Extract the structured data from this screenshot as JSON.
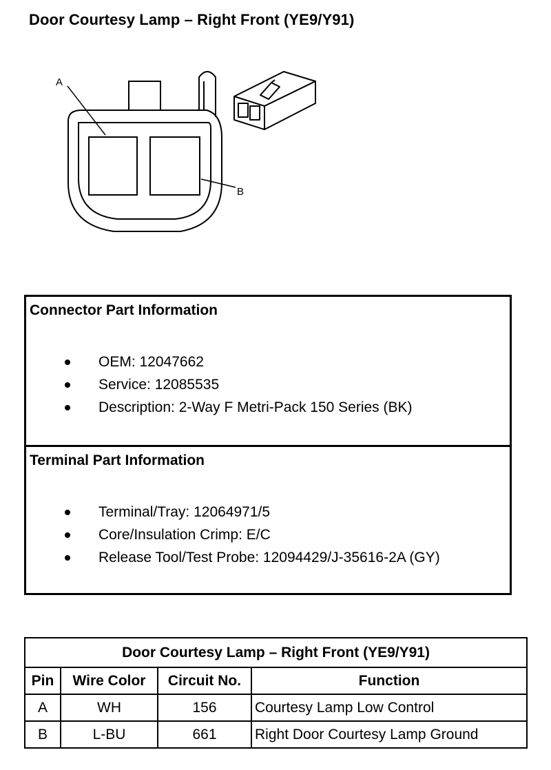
{
  "title": "Door Courtesy Lamp – Right Front (YE9/Y91)",
  "diagram": {
    "label_a": "A",
    "label_b": "B"
  },
  "connector_info": {
    "heading": "Connector Part Information",
    "items": [
      "OEM: 12047662",
      "Service: 12085535",
      "Description: 2-Way F Metri-Pack 150 Series (BK)"
    ]
  },
  "terminal_info": {
    "heading": "Terminal Part Information",
    "items": [
      "Terminal/Tray: 12064971/5",
      "Core/Insulation Crimp: E/C",
      "Release Tool/Test Probe: 12094429/J-35616-2A (GY)"
    ]
  },
  "pin_table": {
    "caption": "Door Courtesy Lamp – Right Front (YE9/Y91)",
    "headers": [
      "Pin",
      "Wire Color",
      "Circuit No.",
      "Function"
    ],
    "rows": [
      [
        "A",
        "WH",
        "156",
        "Courtesy Lamp Low Control"
      ],
      [
        "B",
        "L-BU",
        "661",
        "Right Door Courtesy Lamp Ground"
      ]
    ]
  }
}
